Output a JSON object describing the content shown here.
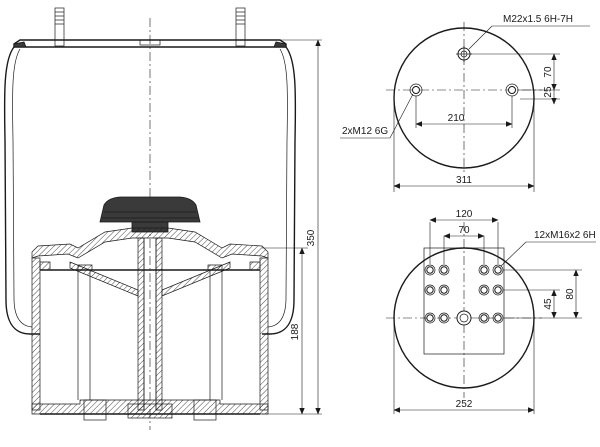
{
  "side_view": {
    "dim_height": "350",
    "dim_piston": "188"
  },
  "top_view": {
    "thread_center": "M22x1.5 6H-7H",
    "thread_side": "2xM12 6G",
    "dim_210": "210",
    "dim_70": "70",
    "dim_25": "25",
    "dim_311": "311"
  },
  "bottom_view": {
    "thread_holes": "12xM16x2 6H",
    "dim_120": "120",
    "dim_70": "70",
    "dim_80": "80",
    "dim_45": "45",
    "dim_252": "252"
  }
}
